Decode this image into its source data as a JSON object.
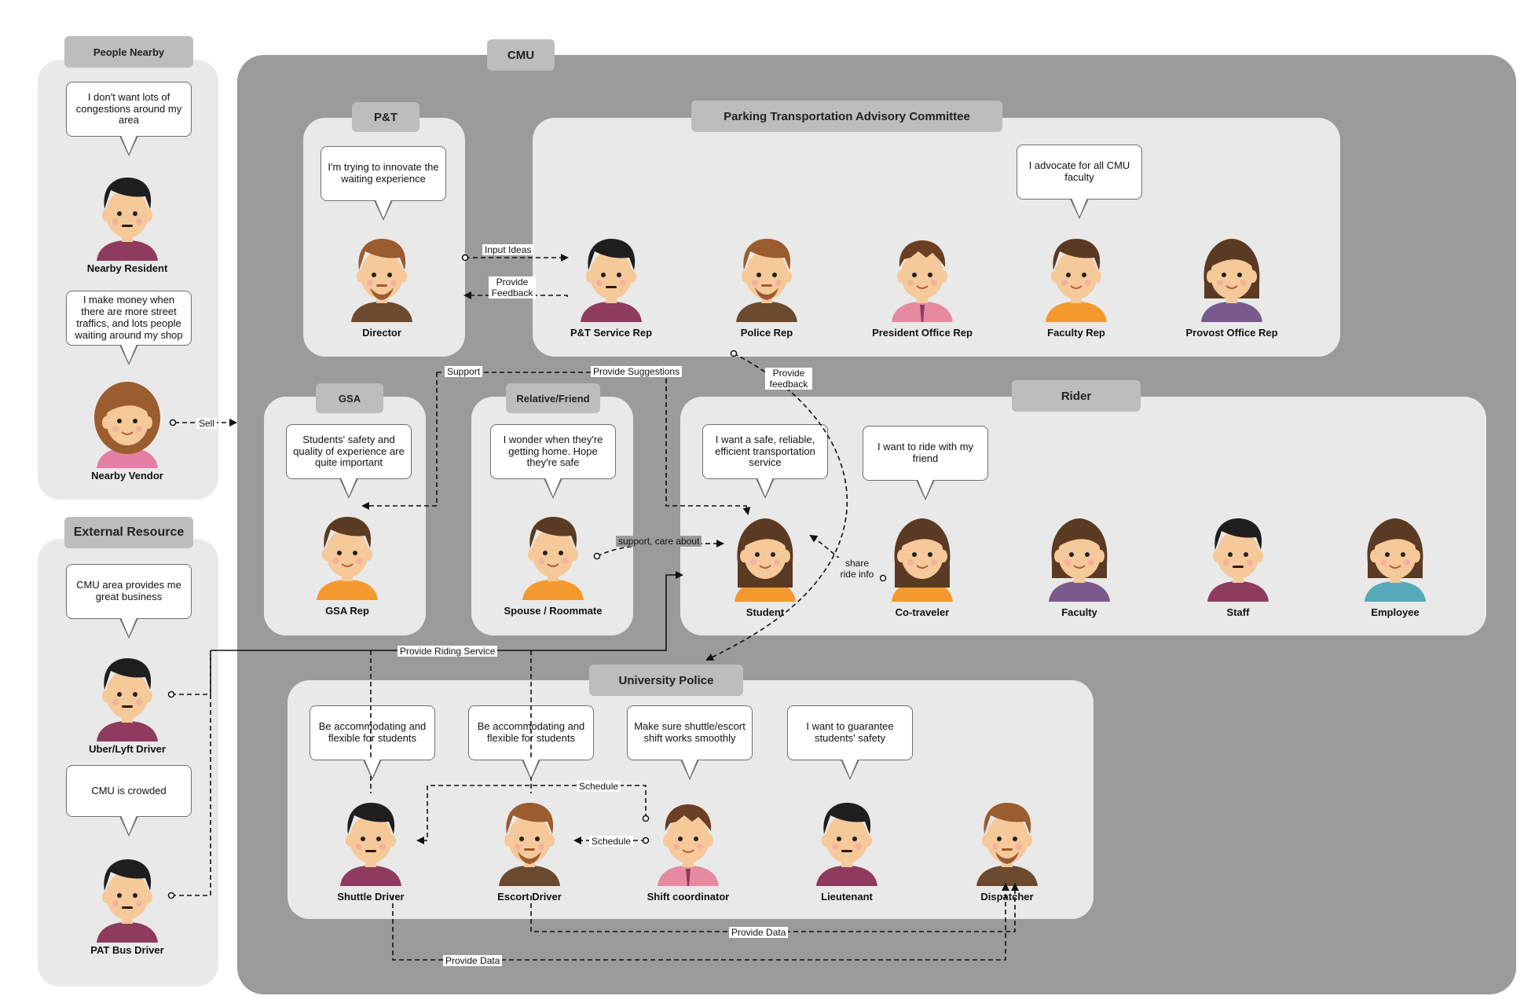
{
  "groups": {
    "people_nearby": "People Nearby",
    "external_resource": "External Resource",
    "cmu": "CMU",
    "pt": "P&T",
    "ptac": "Parking Transportation Advisory Committee",
    "gsa": "GSA",
    "relative": "Relative/Friend",
    "rider": "Rider",
    "university_police": "University Police"
  },
  "people": {
    "nearby_resident": {
      "name": "Nearby Resident",
      "quote": "I don't want lots of congestions around my area"
    },
    "nearby_vendor": {
      "name": "Nearby Vendor",
      "quote": "I make money when there are more street traffics, and lots people waiting around my shop"
    },
    "uber_driver": {
      "name": "Uber/Lyft Driver",
      "quote": "CMU area provides me great business"
    },
    "pat_bus_driver": {
      "name": "PAT Bus Driver",
      "quote": "CMU is crowded"
    },
    "director": {
      "name": "Director",
      "quote": "I'm trying to innovate the waiting experience"
    },
    "pt_service_rep": {
      "name": "P&T Service Rep"
    },
    "police_rep": {
      "name": "Police Rep"
    },
    "president_office_rep": {
      "name": "President Office Rep"
    },
    "faculty_rep": {
      "name": "Faculty Rep",
      "quote": "I advocate for all CMU faculty"
    },
    "provost_office_rep": {
      "name": "Provost Office Rep"
    },
    "gsa_rep": {
      "name": "GSA Rep",
      "quote": "Students' safety and quality of experience are quite important"
    },
    "spouse": {
      "name": "Spouse / Roommate",
      "quote": "I wonder when they're getting home. Hope they're safe"
    },
    "student": {
      "name": "Student",
      "quote": "I want a safe, reliable, efficient transportation service"
    },
    "co_traveler": {
      "name": "Co-traveler",
      "quote": "I want to ride with my friend"
    },
    "faculty": {
      "name": "Faculty"
    },
    "staff": {
      "name": "Staff"
    },
    "employee": {
      "name": "Employee"
    },
    "shuttle_driver": {
      "name": "Shuttle Driver",
      "quote": "Be accommodating and flexible for students"
    },
    "escort_driver": {
      "name": "Escort Driver",
      "quote": "Be accommodating and flexible for students"
    },
    "shift_coordinator": {
      "name": "Shift coordinator",
      "quote": "Make sure shuttle/escort shift works smoothly"
    },
    "lieutenant": {
      "name": "Lieutenant",
      "quote": "I want to guarantee students' safety"
    },
    "dispatcher": {
      "name": "Dispatcher"
    }
  },
  "relations": {
    "sell": "Sell",
    "input_ideas": "Input Ideas",
    "provide_feedback": "Provide Feedback",
    "support": "Support",
    "provide_suggestions": "Provide Suggestions",
    "provide_feedback_2": "Provide feedback",
    "support_care": "support, care about",
    "share_ride_info": "share ride info",
    "provide_riding_service": "Provide Riding Service",
    "schedule_1": "Schedule",
    "schedule_2": "Schedule",
    "provide_data_1": "Provide Data",
    "provide_data_2": "Provide Data"
  },
  "colors": {
    "panel_dark": "#9b9b9b",
    "panel_light": "#e9e9e9",
    "tab": "#bdbdbd",
    "skin": "#f6c99a",
    "shirt_purple": "#8e3b5e",
    "shirt_orange": "#f39a2e",
    "shirt_lavender": "#7a5a8c",
    "shirt_teal": "#56a9b8",
    "hair_dark": "#1e1e1e",
    "hair_brown": "#9b5c2f"
  }
}
